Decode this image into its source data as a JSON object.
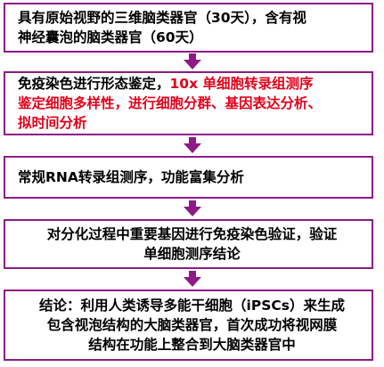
{
  "flow": {
    "step1": {
      "line1": "具有原始视野的三维脑类器官（30天），含有视",
      "line2": "神经囊泡的脑类器官（60天）"
    },
    "step2": {
      "part_black": "免疫染色进行形态鉴定，",
      "part_red_1": "10x 单细胞转录组测序",
      "line2_red": "鉴定细胞多样性，进行细胞分群、基因表达分析、",
      "line3_red": "拟时间分析"
    },
    "step3": {
      "text": "常规RNA转录组测序，功能富集分析"
    },
    "step4": {
      "line1": "对分化过程中重要基因进行免疫染色验证，验证",
      "line2": "单细胞测序结论"
    },
    "step5": {
      "line1": "结论：利用人类诱导多能干细胞（iPSCs）来生成",
      "line2": "包含视泡结构的大脑类器官，首次成功将视网膜",
      "line3": "结构在功能上整合到大脑类器官中"
    }
  },
  "colors": {
    "border": "#8e1a88",
    "arrow": "#8e1a88",
    "highlight": "#e2001a"
  }
}
